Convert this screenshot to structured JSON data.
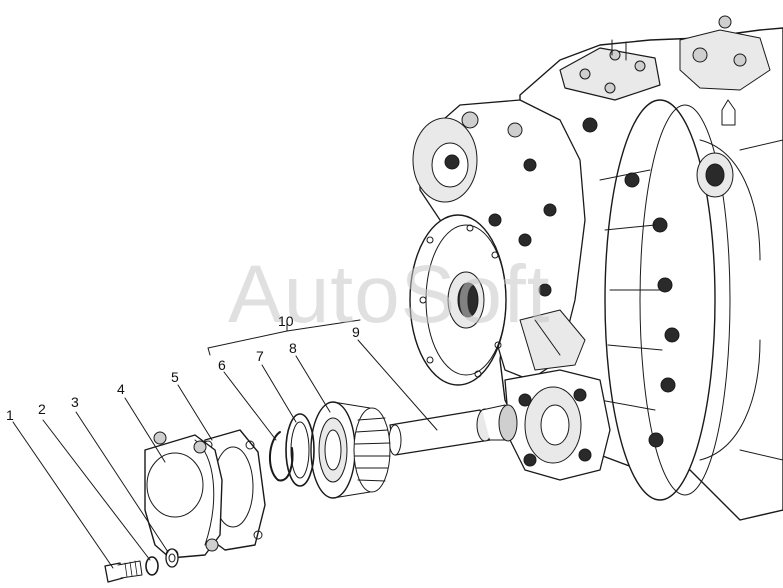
{
  "watermark": "AutoSoft",
  "callouts": [
    {
      "id": "1",
      "part": "bolt"
    },
    {
      "id": "2",
      "part": "lock-washer"
    },
    {
      "id": "3",
      "part": "flat-washer"
    },
    {
      "id": "4",
      "part": "cover"
    },
    {
      "id": "5",
      "part": "gasket"
    },
    {
      "id": "6",
      "part": "retaining-ring"
    },
    {
      "id": "7",
      "part": "spacer-ring"
    },
    {
      "id": "8",
      "part": "bearing"
    },
    {
      "id": "9",
      "part": "drive-shaft"
    },
    {
      "id": "10",
      "part": "group-bracket"
    }
  ],
  "colors": {
    "line": "#1a1a1a",
    "background": "#ffffff",
    "watermark": "#c8c8c8"
  }
}
